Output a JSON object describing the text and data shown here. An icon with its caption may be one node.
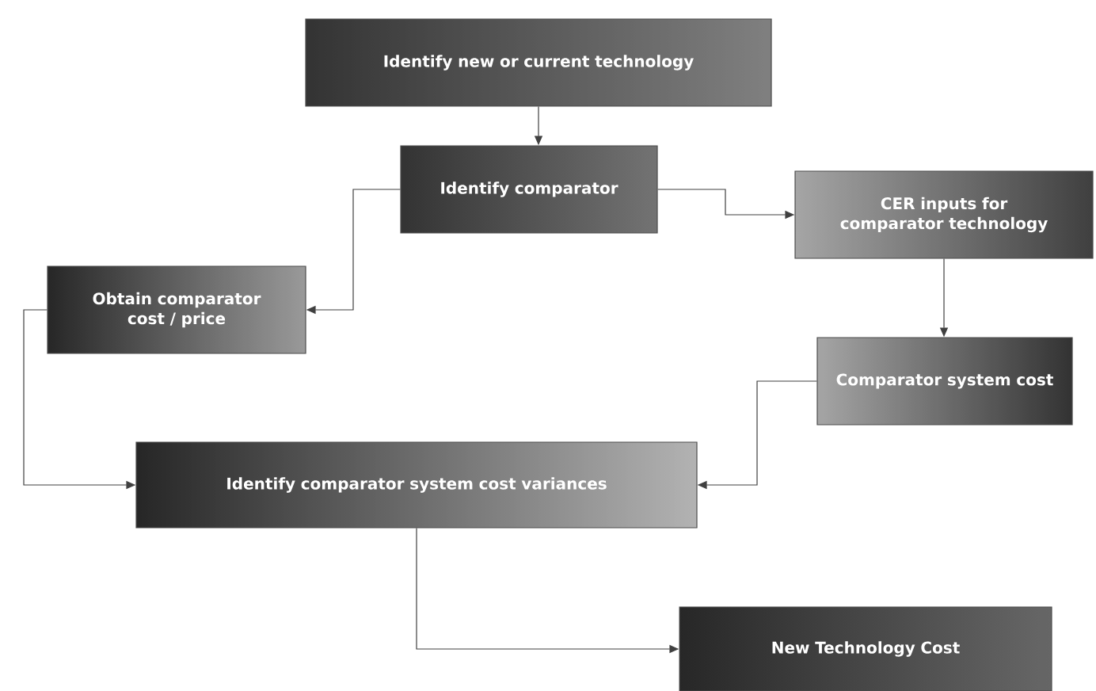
{
  "diagram": {
    "nodes": [
      {
        "text": [
          "Identify new or current technology"
        ]
      },
      {
        "text": [
          "Identify comparator"
        ]
      },
      {
        "text": [
          "CER inputs for comparator technology"
        ]
      },
      {
        "text": [
          "Obtain comparator cost / price"
        ]
      },
      {
        "text": [
          "Comparator system cost"
        ]
      },
      {
        "text": [
          "Identify comparator system cost variances"
        ]
      },
      {
        "text": [
          "New Technology Cost"
        ]
      }
    ],
    "edges": [
      {
        "from": 0,
        "to": 1,
        "arrow": "to"
      },
      {
        "from": 1,
        "to": 3,
        "arrow": "to"
      },
      {
        "from": 1,
        "to": 2,
        "arrow": "to"
      },
      {
        "from": 2,
        "to": 4,
        "arrow": "to"
      },
      {
        "from": 3,
        "to": 5,
        "arrow": "to"
      },
      {
        "from": 4,
        "to": 5,
        "arrow": "to"
      },
      {
        "from": 5,
        "to": 6,
        "arrow": "to"
      }
    ]
  }
}
